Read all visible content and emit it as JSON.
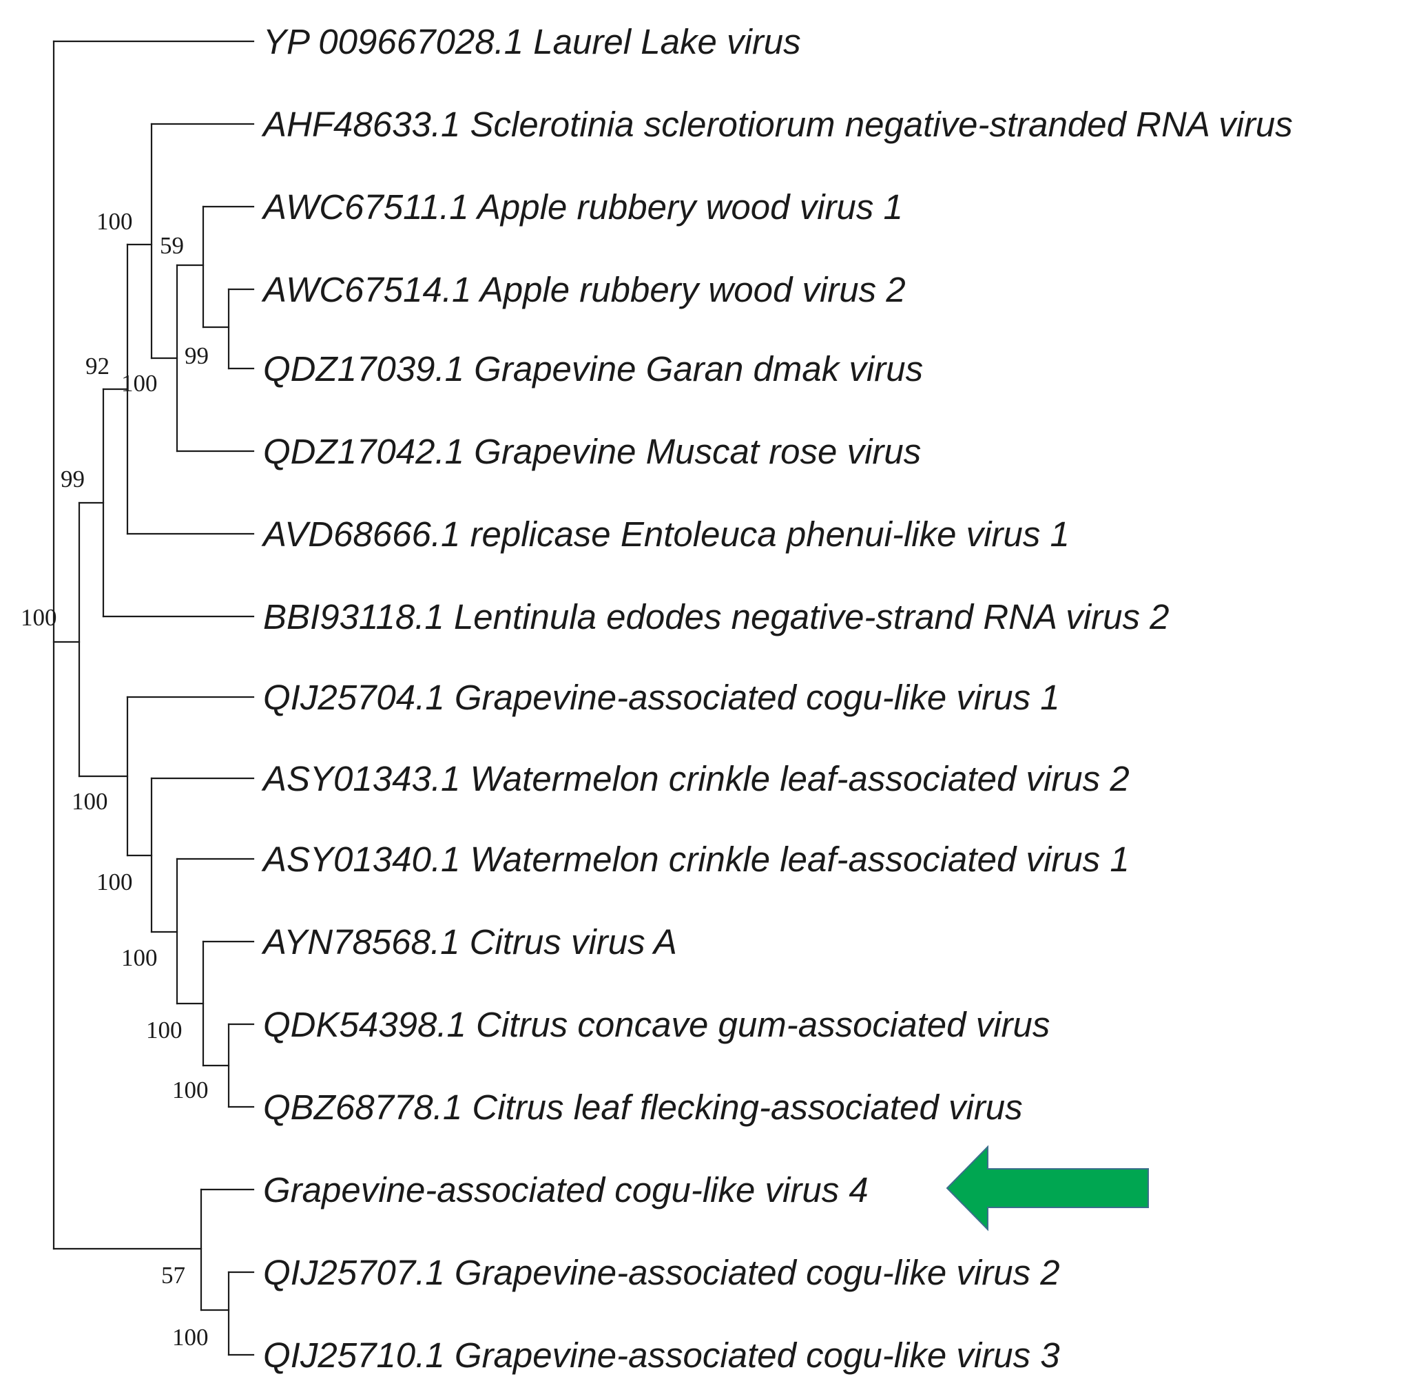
{
  "tree": {
    "taxa": [
      "YP 009667028.1 Laurel Lake virus",
      "AHF48633.1 Sclerotinia sclerotiorum negative-stranded RNA virus",
      "AWC67511.1 Apple rubbery wood virus 1",
      "AWC67514.1 Apple rubbery wood virus 2",
      "QDZ17039.1 Grapevine Garan dmak virus",
      "QDZ17042.1 Grapevine Muscat rose virus",
      "AVD68666.1 replicase Entoleuca phenui-like virus 1",
      "BBI93118.1  Lentinula edodes negative-strand RNA virus 2",
      "QIJ25704.1 Grapevine-associated cogu-like virus 1",
      "ASY01343.1 Watermelon crinkle leaf-associated virus 2",
      "ASY01340.1 Watermelon crinkle leaf-associated virus 1",
      "AYN78568.1 Citrus virus A",
      "QDK54398.1 Citrus concave gum-associated virus",
      "QBZ68778.1 Citrus leaf flecking-associated virus",
      "Grapevine-associated cogu-like virus 4",
      "QIJ25707.1 Grapevine-associated cogu-like virus 2",
      "QIJ25710.1 Grapevine-associated cogu-like virus 3"
    ],
    "support_values": [
      "100",
      "59",
      "99",
      "92",
      "100",
      "99",
      "100",
      "100",
      "100",
      "100",
      "100",
      "100",
      "57",
      "100"
    ],
    "highlight": {
      "taxon": "Grapevine-associated cogu-like virus 4",
      "marker": "green-arrow",
      "color": "#00a651"
    }
  }
}
